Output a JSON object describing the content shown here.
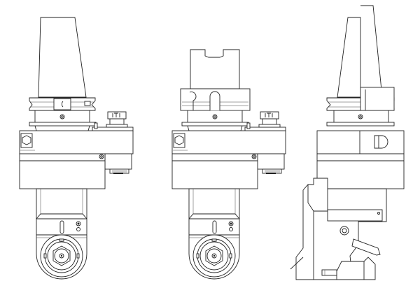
{
  "colors": {
    "line": "#222222",
    "background": "#ffffff"
  },
  "views": [
    {
      "id": "front",
      "holder": "steep-taper"
    },
    {
      "id": "front-hsk",
      "holder": "hsk"
    },
    {
      "id": "side",
      "holder": "steep-taper"
    }
  ]
}
